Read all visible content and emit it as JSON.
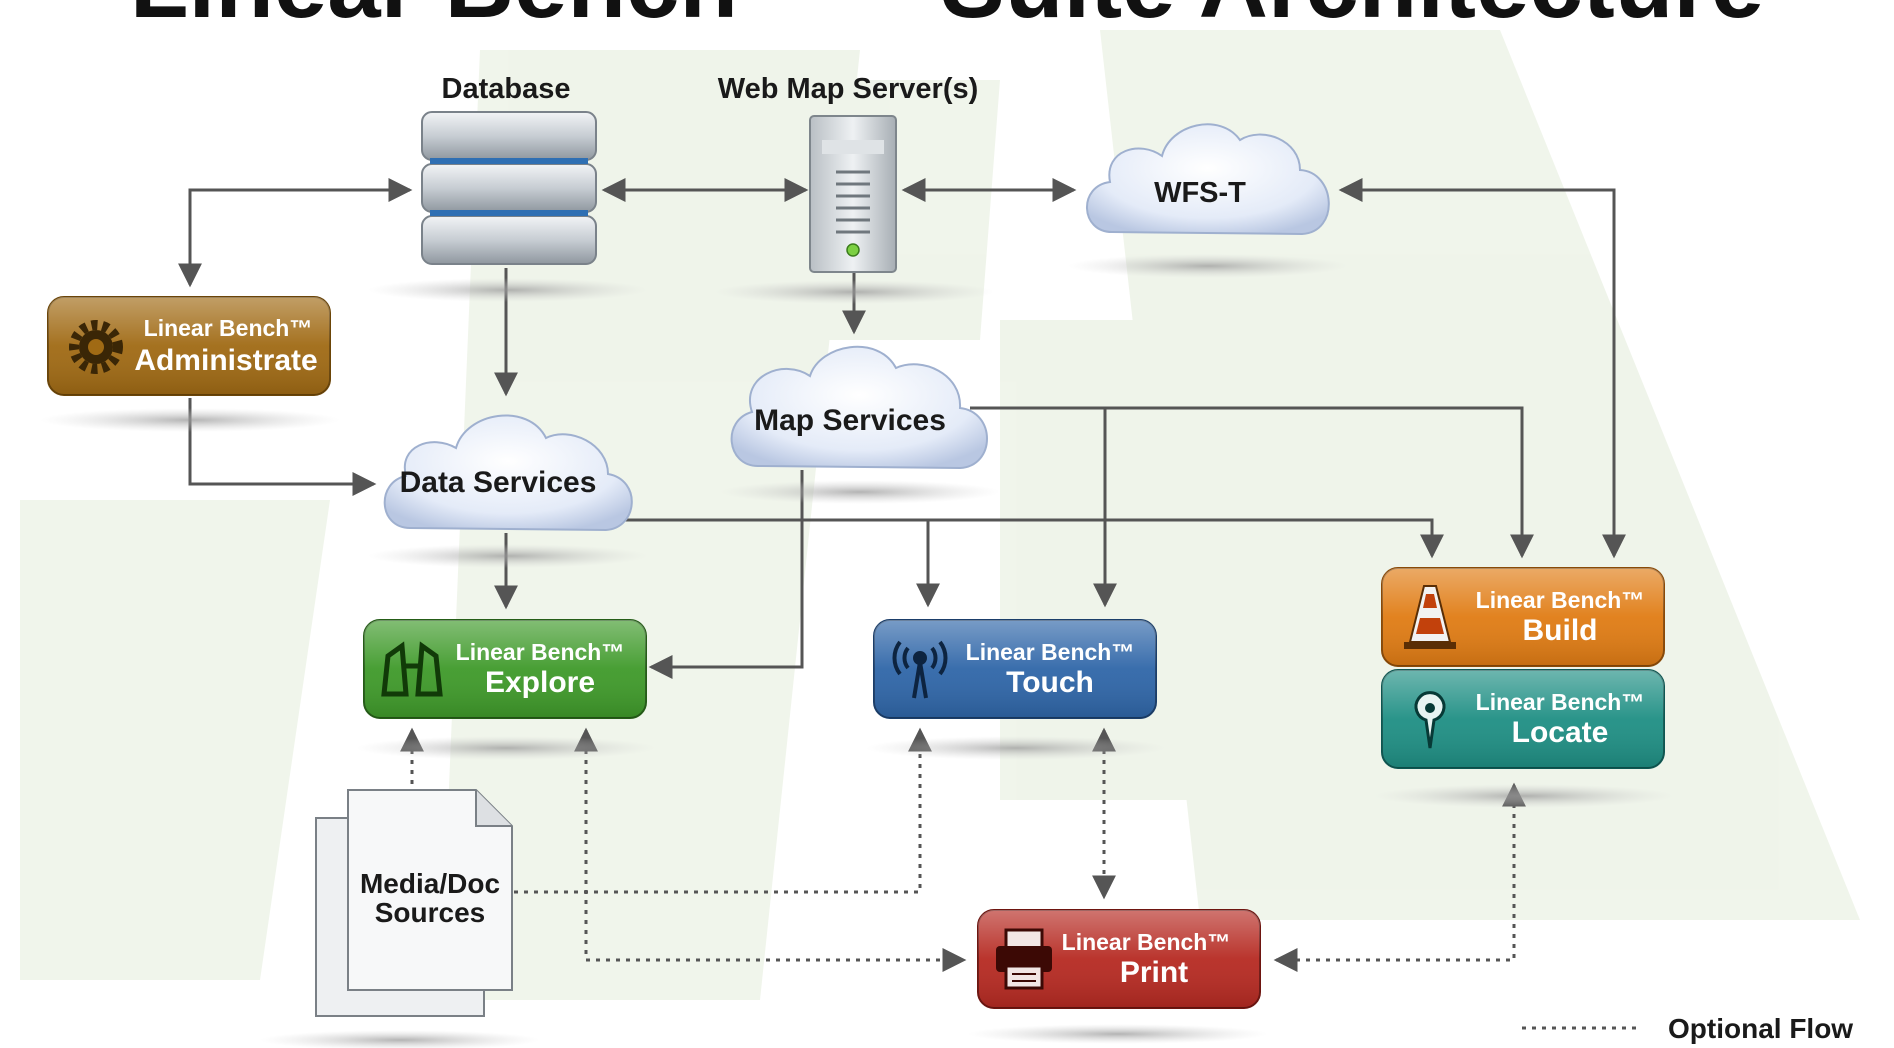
{
  "title": "Linear Bench™ – Suite Architecture",
  "nodes": {
    "database": "Database",
    "web_map_server": "Web Map Server(s)",
    "wfs_t": "WFS-T",
    "map_services": "Map Services",
    "data_services": "Data Services",
    "media_doc": [
      "Media/Doc",
      "Sources"
    ]
  },
  "products": {
    "administrate": {
      "brand": "Linear Bench™",
      "name": "Administrate",
      "color": "#a06a14",
      "icon": "gear-icon"
    },
    "explore": {
      "brand": "Linear Bench™",
      "name": "Explore",
      "color": "#3f9a2a",
      "icon": "binoculars-icon"
    },
    "touch": {
      "brand": "Linear Bench™",
      "name": "Touch",
      "color": "#2f66a8",
      "icon": "antenna-icon"
    },
    "build": {
      "brand": "Linear Bench™",
      "name": "Build",
      "color": "#e07c14",
      "icon": "traffic-cone-icon"
    },
    "locate": {
      "brand": "Linear Bench™",
      "name": "Locate",
      "color": "#1f8f84",
      "icon": "map-pin-icon"
    },
    "print": {
      "brand": "Linear Bench™",
      "name": "Print",
      "color": "#b62a22",
      "icon": "printer-icon"
    }
  },
  "legend": {
    "optional_flow": "Optional Flow"
  }
}
